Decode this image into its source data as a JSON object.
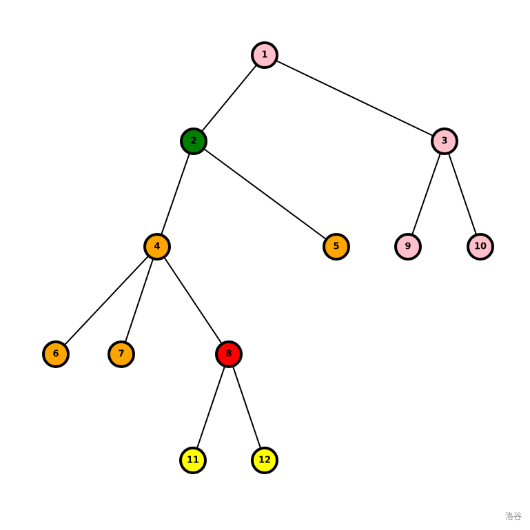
{
  "nodes": [
    {
      "id": "1",
      "label": "1",
      "color": "#ffc0cb"
    },
    {
      "id": "2",
      "label": "2",
      "color": "#008000"
    },
    {
      "id": "3",
      "label": "3",
      "color": "#ffc0cb"
    },
    {
      "id": "4",
      "label": "4",
      "color": "#ffa500"
    },
    {
      "id": "5",
      "label": "5",
      "color": "#ffa500"
    },
    {
      "id": "6",
      "label": "6",
      "color": "#ffa500"
    },
    {
      "id": "7",
      "label": "7",
      "color": "#ffa500"
    },
    {
      "id": "8",
      "label": "8",
      "color": "#ff0000"
    },
    {
      "id": "9",
      "label": "9",
      "color": "#ffc0cb"
    },
    {
      "id": "10",
      "label": "10",
      "color": "#ffc0cb"
    },
    {
      "id": "11",
      "label": "11",
      "color": "#ffff00"
    },
    {
      "id": "12",
      "label": "12",
      "color": "#ffff00"
    }
  ],
  "edges": [
    [
      "1",
      "2"
    ],
    [
      "1",
      "3"
    ],
    [
      "2",
      "4"
    ],
    [
      "2",
      "5"
    ],
    [
      "3",
      "9"
    ],
    [
      "3",
      "10"
    ],
    [
      "4",
      "6"
    ],
    [
      "4",
      "7"
    ],
    [
      "4",
      "8"
    ],
    [
      "8",
      "11"
    ],
    [
      "8",
      "12"
    ]
  ],
  "watermark": "洛谷"
}
